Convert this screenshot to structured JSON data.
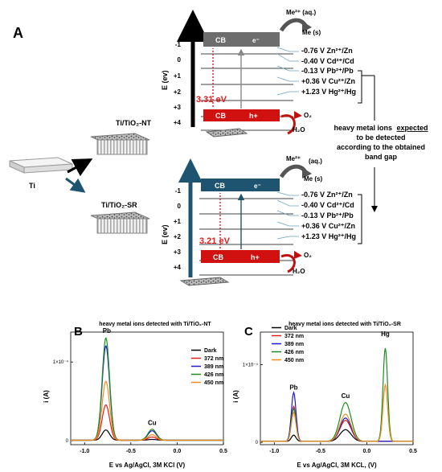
{
  "panel_labels": {
    "a": "A",
    "b": "B",
    "c": "C"
  },
  "top": {
    "ti_label": "Ti",
    "nt_label": "Ti/TiO₂-NT",
    "sr_label": "Ti/TiO₂-SR",
    "energy_axis_label": "E (ev)",
    "energy_ticks": [
      "-1",
      "0",
      "+1",
      "+2",
      "+3",
      "+4"
    ],
    "nt_gap": "3.31 eV",
    "sr_gap": "3.21 eV",
    "cb_text": "CB",
    "electron_text": "e⁻",
    "vb_band_text": "CB",
    "hole_text": "h+",
    "metal_ion": "Me²⁺ (aq.)",
    "metal_solid": "Me (s)",
    "metal_ion_2": "Me²⁺",
    "metal_aq_2": "(aq.)",
    "metal_solid_2": "Me (s)",
    "oxygen": "O₂",
    "water": "H₂O",
    "potentials": [
      "-0.76 V Zn²⁺/Zn",
      "-0.40 V Cd²⁺/Cd",
      "-0.13 V Pb²⁺/Pb",
      "+0.36 V Cu²⁺/Zn",
      "+1.23 V Hg²⁺/Hg"
    ],
    "note_lines": [
      "heavy metal ions",
      "expected",
      "to be detected",
      "according to the obtained",
      "band gap"
    ],
    "colors": {
      "nt_band": "#6d6d6d",
      "sr_band": "#1f5470",
      "valence": "#d11010",
      "gap_text": "#e51b1b"
    }
  },
  "chart_data": [
    {
      "type": "line",
      "title": "heavy metal ions detected with Ti/TiO₂-NT",
      "xlabel": "E vs Ag/AgCl, 3M KCl (V)",
      "ylabel": "i (A)",
      "ytick": "1×10⁻⁴",
      "xlim": [
        -1.15,
        0.5
      ],
      "ylim": [
        -5e-06,
        0.000138
      ],
      "xticks": [
        -1.0,
        -0.5,
        0.0,
        0.5
      ],
      "xtick_labels": [
        "-1.0",
        "-0.5",
        "0.0",
        "0.5"
      ],
      "peak_labels": [
        {
          "text": "Pb",
          "x": -0.76,
          "y": 0.000137
        },
        {
          "text": "Cu",
          "x": -0.27,
          "y": 2e-05
        }
      ],
      "legend": "top-right",
      "series": [
        {
          "name": "Dark",
          "color": "#000000",
          "pb": 1.3e-05,
          "cu": 1e-06
        },
        {
          "name": "372 nm",
          "color": "#e01e1e",
          "pb": 4.5e-05,
          "cu": 4e-06
        },
        {
          "name": "389 nm",
          "color": "#1a1ad0",
          "pb": 0.00012,
          "cu": 1.2e-05
        },
        {
          "name": "426 nm",
          "color": "#1e8c1e",
          "pb": 0.00013,
          "cu": 1.4e-05
        },
        {
          "name": "450 nm",
          "color": "#f08c1e",
          "pb": 7.5e-05,
          "cu": 7e-06
        }
      ]
    },
    {
      "type": "line",
      "title": "heavy metal ions detected with Ti/TiO₂-SR",
      "xlabel": "E vs Ag/AgCl, 3M KCL, (V)",
      "ylabel": "i (A)",
      "ytick": "1×10⁻⁴",
      "xlim": [
        -1.15,
        0.5
      ],
      "ylim": [
        -3e-06,
        0.000142
      ],
      "xticks": [
        -1.0,
        -0.5,
        0.0,
        0.5
      ],
      "xtick_labels": [
        "-1.0",
        "-0.5",
        "0.0",
        "0.5"
      ],
      "peak_labels": [
        {
          "text": "Pb",
          "x": -0.79,
          "y": 6.8e-05
        },
        {
          "text": "Cu",
          "x": -0.23,
          "y": 5.7e-05
        },
        {
          "text": "Hg",
          "x": 0.2,
          "y": 0.000137
        }
      ],
      "legend": "top-left",
      "series": [
        {
          "name": "Dark",
          "color": "#000000",
          "pb": 8e-06,
          "cu": 1.5e-05,
          "hg": 0.0
        },
        {
          "name": "372 nm",
          "color": "#e01e1e",
          "pb": 4.5e-05,
          "cu": 2.7e-05,
          "hg": 0.0
        },
        {
          "name": "389 nm",
          "color": "#1a1ad0",
          "pb": 6.3e-05,
          "cu": 3e-05,
          "hg": 0.0
        },
        {
          "name": "426 nm",
          "color": "#1e8c1e",
          "pb": 4.2e-05,
          "cu": 5e-05,
          "hg": 0.00012
        },
        {
          "name": "450 nm",
          "color": "#f08c1e",
          "pb": 3.7e-05,
          "cu": 3.5e-05,
          "hg": 7.3e-05
        }
      ]
    }
  ]
}
